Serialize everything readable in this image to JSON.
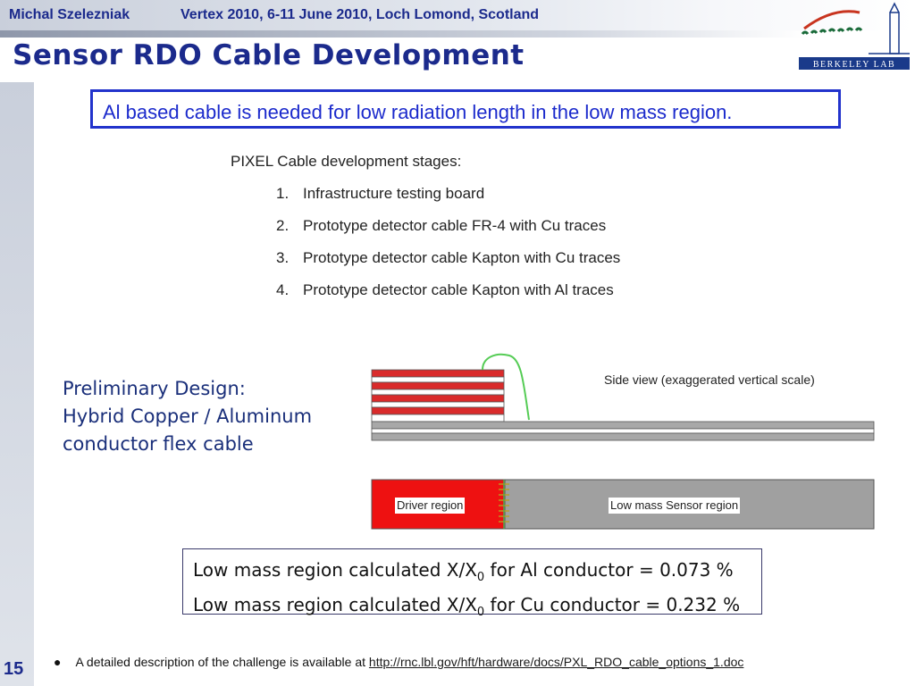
{
  "header": {
    "author": "Michal Szelezniak",
    "event": "Vertex 2010, 6-11 June 2010, Loch Lomond, Scotland",
    "logo_text": "BERKELEY LAB"
  },
  "slide": {
    "title": "Sensor RDO Cable Development",
    "number": "15"
  },
  "callout": "Al based cable is needed for low radiation length in the low mass region.",
  "stages": {
    "heading": "PIXEL Cable development stages:",
    "items": [
      {
        "num": "1.",
        "text": "Infrastructure testing board"
      },
      {
        "num": "2.",
        "text": "Prototype detector cable FR-4 with Cu traces"
      },
      {
        "num": "3.",
        "text": "Prototype detector cable Kapton with Cu traces"
      },
      {
        "num": "4.",
        "text": "Prototype detector cable Kapton with Al traces"
      }
    ]
  },
  "preliminary": {
    "line1": "Preliminary Design:",
    "line2": "Hybrid Copper / Aluminum",
    "line3": "conductor flex cable"
  },
  "diagram": {
    "side_view_label": "Side view (exaggerated vertical scale)",
    "driver_region_label": "Driver region",
    "sensor_region_label": "Low mass Sensor region",
    "colors": {
      "driver": "#ee1111",
      "sensor": "#a0a0a0",
      "layer_red": "#d92b2b",
      "wire": "#55cc55"
    }
  },
  "results": {
    "al": {
      "prefix": "Low mass region calculated X/X",
      "sub": "0",
      "suffix": " for Al conductor = 0.073 %"
    },
    "cu": {
      "prefix": "Low mass region calculated X/X",
      "sub": "0",
      "suffix": " for Cu conductor = 0.232 %"
    }
  },
  "footnote": {
    "bullet": "●",
    "text": "A detailed description of the challenge is available at ",
    "link": "http://rnc.lbl.gov/hft/hardware/docs/PXL_RDO_cable_options_1.doc"
  }
}
